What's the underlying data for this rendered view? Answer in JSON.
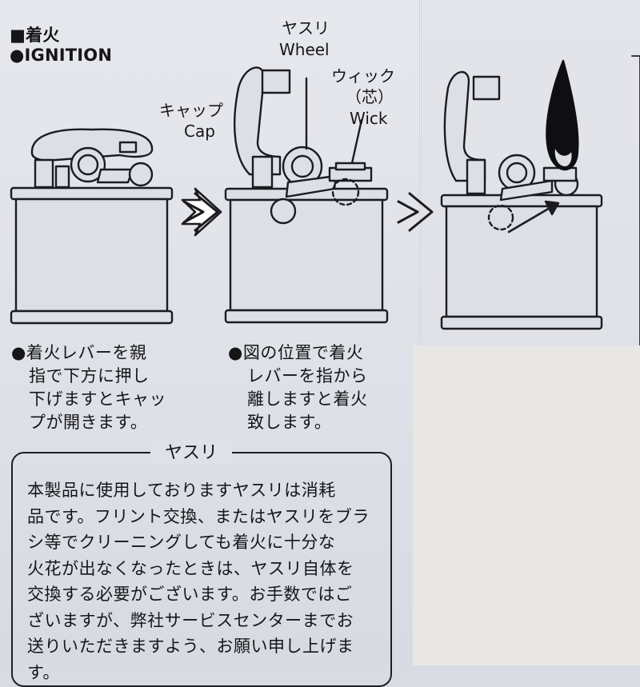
{
  "header": {
    "title_jp": "■着火",
    "title_en": "●IGNITION"
  },
  "callouts": {
    "wheel_jp": "ヤスリ",
    "wheel_en": "Wheel",
    "wick_jp": "ウィック",
    "wick_jp_paren": "（芯）",
    "wick_en": "Wick",
    "cap_jp": "キャップ",
    "cap_en": "Cap"
  },
  "captions": {
    "step1": [
      "●着火レバーを親",
      "指で下方に押し",
      "下げますとキャッ",
      "プが開きます。"
    ],
    "step2": [
      "●図の位置で着火",
      "レバーを指から",
      "離しますと着火",
      "致します。"
    ]
  },
  "note": {
    "title": "ヤスリ",
    "body": [
      "本製品に使用しておりますヤスリは消耗",
      "品です。フリント交換、またはヤスリをブラ",
      "シ等でクリーニングしても着火に十分な",
      "火花が出なくなったときは、ヤスリ自体を",
      "交換する必要がございます。お手数ではご",
      "ざいますが、弊社サービスセンターまでお",
      "送りいただきますよう、お願い申し上げま",
      "す。"
    ]
  },
  "colors": {
    "ink": "#161618",
    "paper": "#e2e4ea",
    "lighter_body": "#dcdfe6"
  },
  "icons": [
    "right-arrow-icon",
    "lighter-illustration",
    "flame-icon"
  ]
}
